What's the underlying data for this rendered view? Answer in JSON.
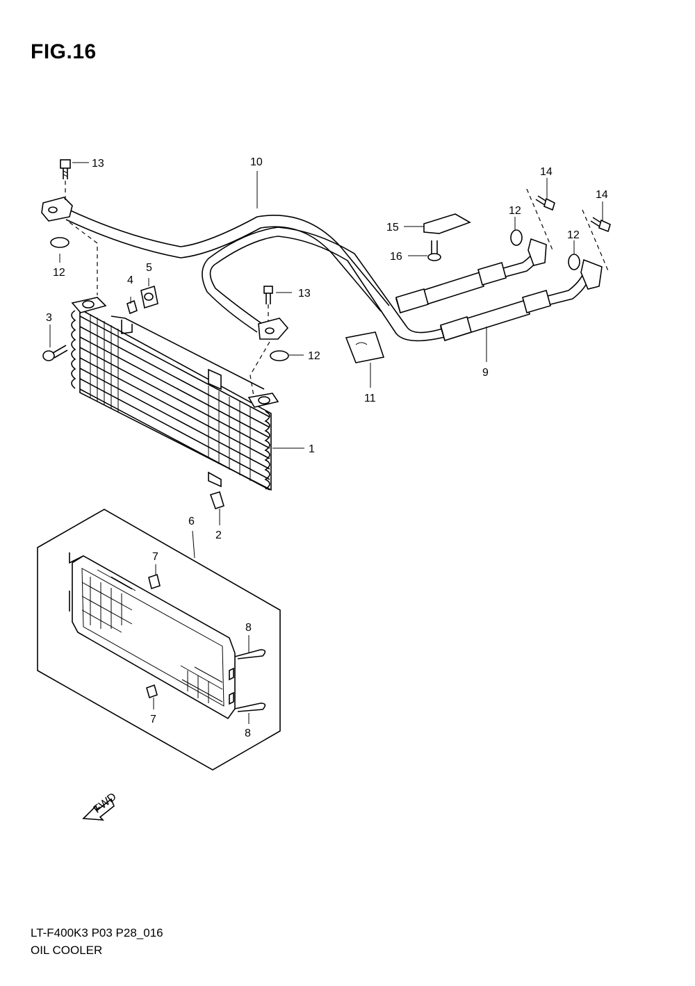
{
  "title": "FIG.16",
  "footer": {
    "model_ref": "LT-F400K3 P03 P28_016",
    "section_name": "OIL COOLER"
  },
  "diagram": {
    "fwd_mark": "FWD",
    "callouts": [
      {
        "id": "c1",
        "label": "1"
      },
      {
        "id": "c2",
        "label": "2"
      },
      {
        "id": "c3",
        "label": "3"
      },
      {
        "id": "c4",
        "label": "4"
      },
      {
        "id": "c5",
        "label": "5"
      },
      {
        "id": "c6",
        "label": "6"
      },
      {
        "id": "c7a",
        "label": "7"
      },
      {
        "id": "c7b",
        "label": "7"
      },
      {
        "id": "c8a",
        "label": "8"
      },
      {
        "id": "c8b",
        "label": "8"
      },
      {
        "id": "c9",
        "label": "9"
      },
      {
        "id": "c10",
        "label": "10"
      },
      {
        "id": "c11",
        "label": "11"
      },
      {
        "id": "c12a",
        "label": "12"
      },
      {
        "id": "c12b",
        "label": "12"
      },
      {
        "id": "c12c",
        "label": "12"
      },
      {
        "id": "c12d",
        "label": "12"
      },
      {
        "id": "c13a",
        "label": "13"
      },
      {
        "id": "c13b",
        "label": "13"
      },
      {
        "id": "c14a",
        "label": "14"
      },
      {
        "id": "c14b",
        "label": "14"
      },
      {
        "id": "c15",
        "label": "15"
      },
      {
        "id": "c16",
        "label": "16"
      }
    ]
  }
}
